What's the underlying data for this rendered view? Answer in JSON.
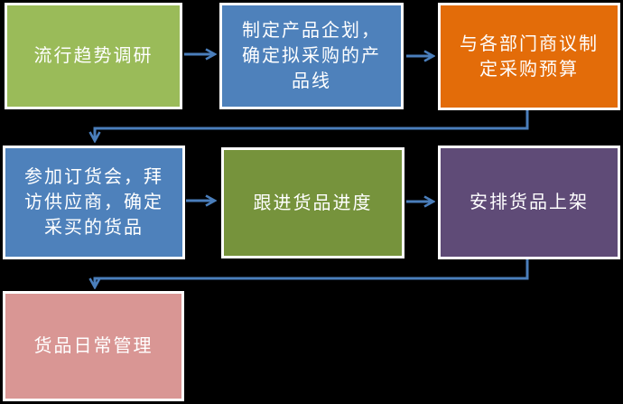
{
  "diagram": {
    "title": "purchasing-workflow-flowchart",
    "background": "#000000",
    "text_color": "#FFFFFF",
    "node_border_color": "#FFFFFF",
    "connector_color": "#4A7EBB",
    "nodes": [
      {
        "id": "trend-research",
        "label": "流行趋势调研",
        "color": "#9ABB59"
      },
      {
        "id": "product-planning",
        "label": "制定产品企划，\n确定拟采购的产\n品线",
        "color": "#4E81BB"
      },
      {
        "id": "budget-negotiation",
        "label": "与各部门商议制\n定采购预算",
        "color": "#E36C09"
      },
      {
        "id": "order-fair",
        "label": "参加订货会，拜\n访供应商，确定\n采买的货品",
        "color": "#4E81BB"
      },
      {
        "id": "follow-progress",
        "label": "跟进货品进度",
        "color": "#76933C"
      },
      {
        "id": "shelf-arrangement",
        "label": "安排货品上架",
        "color": "#5F4B77"
      },
      {
        "id": "daily-management",
        "label": "货品日常管理",
        "color": "#D99694"
      }
    ],
    "edges": [
      {
        "from": "trend-research",
        "to": "product-planning",
        "type": "straight"
      },
      {
        "from": "product-planning",
        "to": "budget-negotiation",
        "type": "straight"
      },
      {
        "from": "budget-negotiation",
        "to": "order-fair",
        "type": "elbow"
      },
      {
        "from": "order-fair",
        "to": "follow-progress",
        "type": "straight"
      },
      {
        "from": "follow-progress",
        "to": "shelf-arrangement",
        "type": "straight"
      },
      {
        "from": "shelf-arrangement",
        "to": "daily-management",
        "type": "elbow"
      }
    ]
  }
}
